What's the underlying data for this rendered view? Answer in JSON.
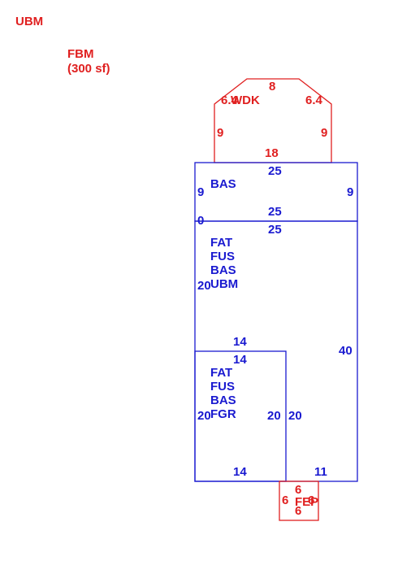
{
  "colors": {
    "red": "#e02020",
    "blue": "#1a1ad0"
  },
  "legend": {
    "ubm": "UBM",
    "fbm": "FBM",
    "fbm_area": "(300 sf)"
  },
  "wdk": {
    "code": "WDK",
    "dims": [
      "8",
      "6.4",
      "6.4",
      "9",
      "9",
      "18"
    ]
  },
  "bas_top": {
    "label": "BAS",
    "dims": [
      "25",
      "9",
      "9",
      "25"
    ]
  },
  "main_block": {
    "labels": [
      "FAT",
      "FUS",
      "BAS",
      "UBM"
    ],
    "dims": [
      "0",
      "25",
      "20",
      "40"
    ]
  },
  "garage_block": {
    "labels": [
      "FAT",
      "FUS",
      "BAS",
      "FGR"
    ],
    "dims": [
      "14",
      "14",
      "20",
      "20",
      "20",
      "14",
      "11"
    ]
  },
  "fep": {
    "code": "FEP",
    "dims": [
      "6",
      "6",
      "6",
      "6"
    ]
  }
}
